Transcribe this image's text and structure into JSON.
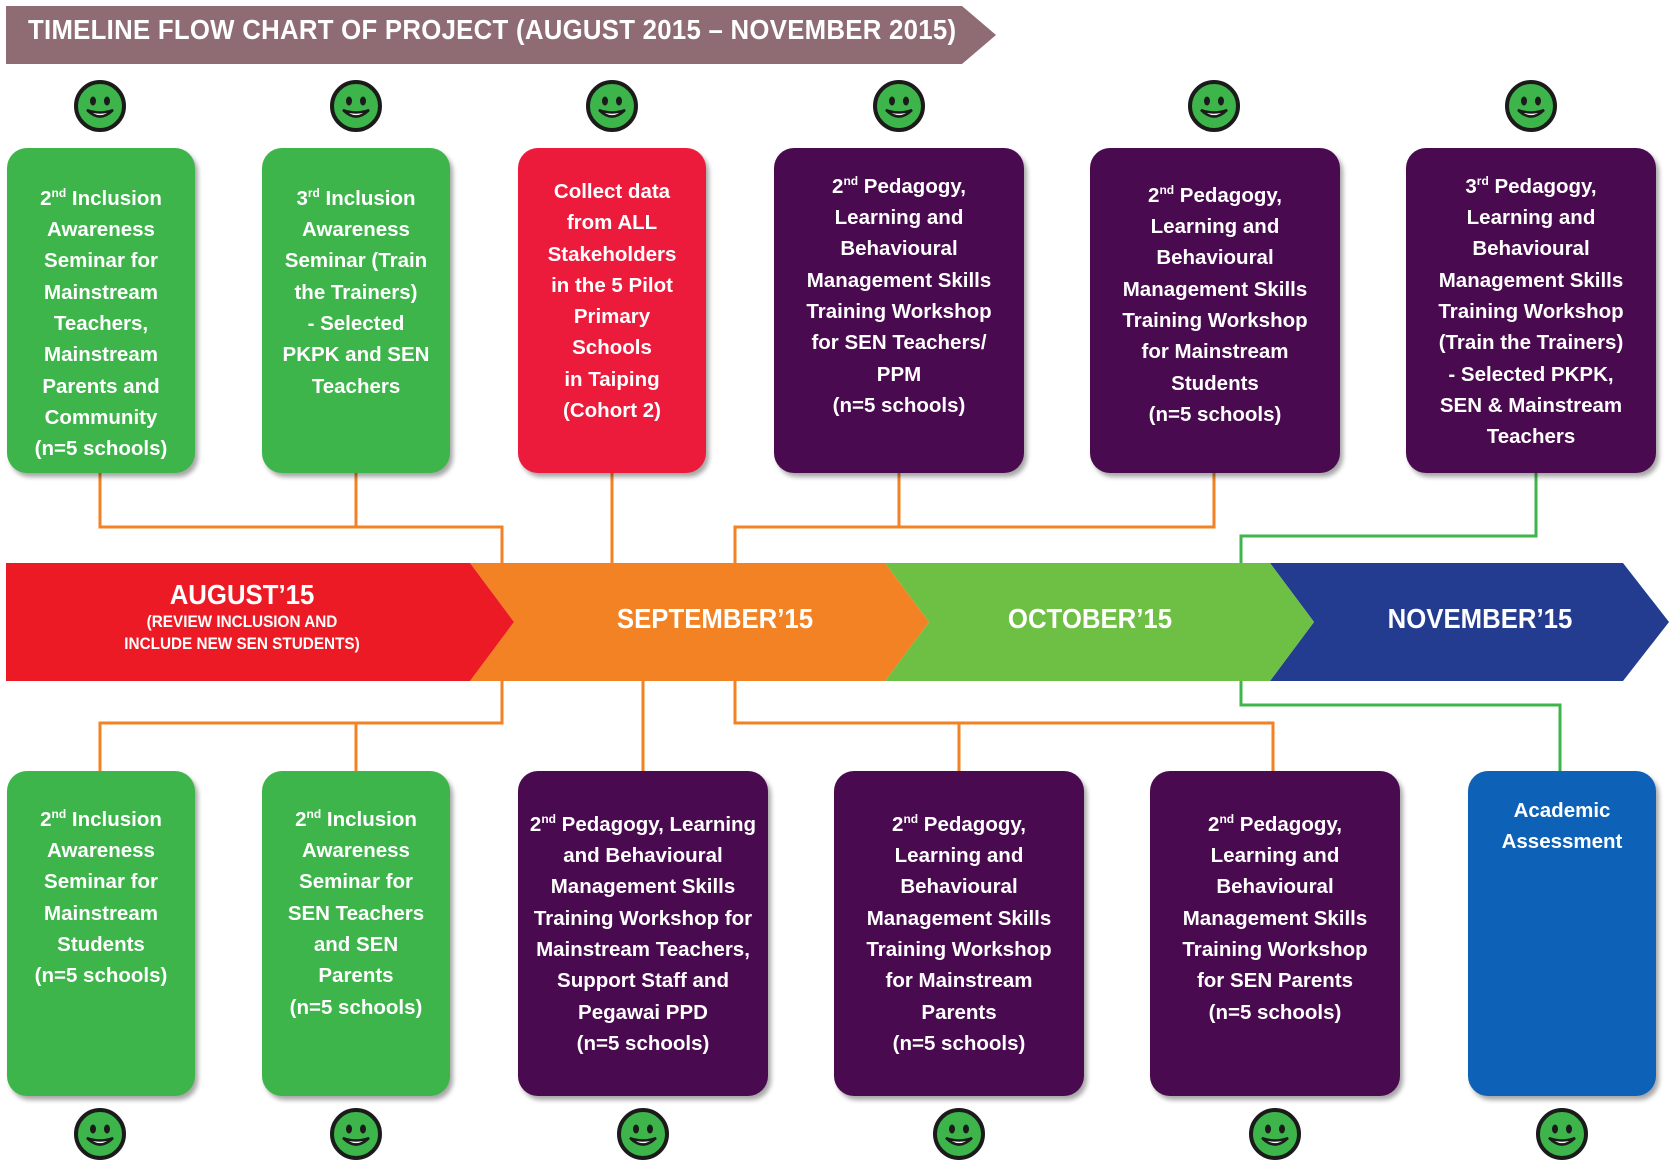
{
  "title": "TIMELINE FLOW CHART OF PROJECT (AUGUST 2015 – NOVEMBER 2015)",
  "colors": {
    "title_banner": "#8f6b73",
    "august": "#ec1a24",
    "september": "#f28223",
    "october": "#6dc043",
    "november": "#233c8f",
    "box_green": "#3db54a",
    "box_red": "#ec1a3b",
    "box_purple": "#4a0a4f",
    "box_blue": "#0d62b8",
    "connector_orange": "#f28223",
    "connector_green": "#3db54a",
    "smiley_fill": "#3db54a"
  },
  "icons": {
    "smiley": "smiley-face-icon"
  },
  "months": [
    {
      "label": "AUGUST’15",
      "sub": "(REVIEW INCLUSION AND\nINCLUDE NEW SEN STUDENTS)"
    },
    {
      "label": "SEPTEMBER’15",
      "sub": ""
    },
    {
      "label": "OCTOBER’15",
      "sub": ""
    },
    {
      "label": "NOVEMBER’15",
      "sub": ""
    }
  ],
  "top_boxes": [
    {
      "ord": "nd",
      "text": " Inclusion\nAwareness\nSeminar for\nMainstream\nTeachers,\nMainstream\nParents and\nCommunity\n(n=5 schools)",
      "num": "2"
    },
    {
      "ord": "rd",
      "text": " Inclusion\nAwareness\nSeminar (Train\nthe Trainers)\n- Selected\nPKPK and SEN\nTeachers",
      "num": "3"
    },
    {
      "ord": "",
      "text": "Collect data\nfrom ALL\nStakeholders\nin the 5 Pilot\nPrimary\nSchools\nin Taiping\n(Cohort 2)",
      "num": ""
    },
    {
      "ord": "nd",
      "text": " Pedagogy,\nLearning and\nBehavioural\nManagement Skills\nTraining Workshop\nfor SEN Teachers/\nPPM\n(n=5 schools)",
      "num": "2"
    },
    {
      "ord": "nd",
      "text": " Pedagogy,\nLearning and\nBehavioural\nManagement Skills\nTraining Workshop\nfor Mainstream\nStudents\n(n=5 schools)",
      "num": "2"
    },
    {
      "ord": "rd",
      "text": " Pedagogy,\nLearning and\nBehavioural\nManagement Skills\nTraining Workshop\n(Train the Trainers)\n- Selected PKPK,\nSEN & Mainstream\nTeachers",
      "num": "3"
    }
  ],
  "bottom_boxes": [
    {
      "ord": "nd",
      "text": " Inclusion\nAwareness\nSeminar for\nMainstream\nStudents\n(n=5 schools)",
      "num": "2"
    },
    {
      "ord": "nd",
      "text": " Inclusion\nAwareness\nSeminar for\nSEN Teachers\nand SEN\nParents\n(n=5 schools)",
      "num": "2"
    },
    {
      "ord": "nd",
      "text": " Pedagogy, Learning\nand Behavioural\nManagement Skills\nTraining Workshop for\nMainstream Teachers,\nSupport Staff and\nPegawai PPD\n(n=5 schools)",
      "num": "2"
    },
    {
      "ord": "nd",
      "text": " Pedagogy,\nLearning and\nBehavioural\nManagement Skills\nTraining Workshop\nfor Mainstream\nParents\n(n=5 schools)",
      "num": "2"
    },
    {
      "ord": "nd",
      "text": " Pedagogy,\nLearning and\nBehavioural\nManagement Skills\nTraining Workshop\nfor SEN Parents\n(n=5 schools)",
      "num": "2"
    },
    {
      "ord": "",
      "text": "Academic\nAssessment",
      "num": ""
    }
  ]
}
